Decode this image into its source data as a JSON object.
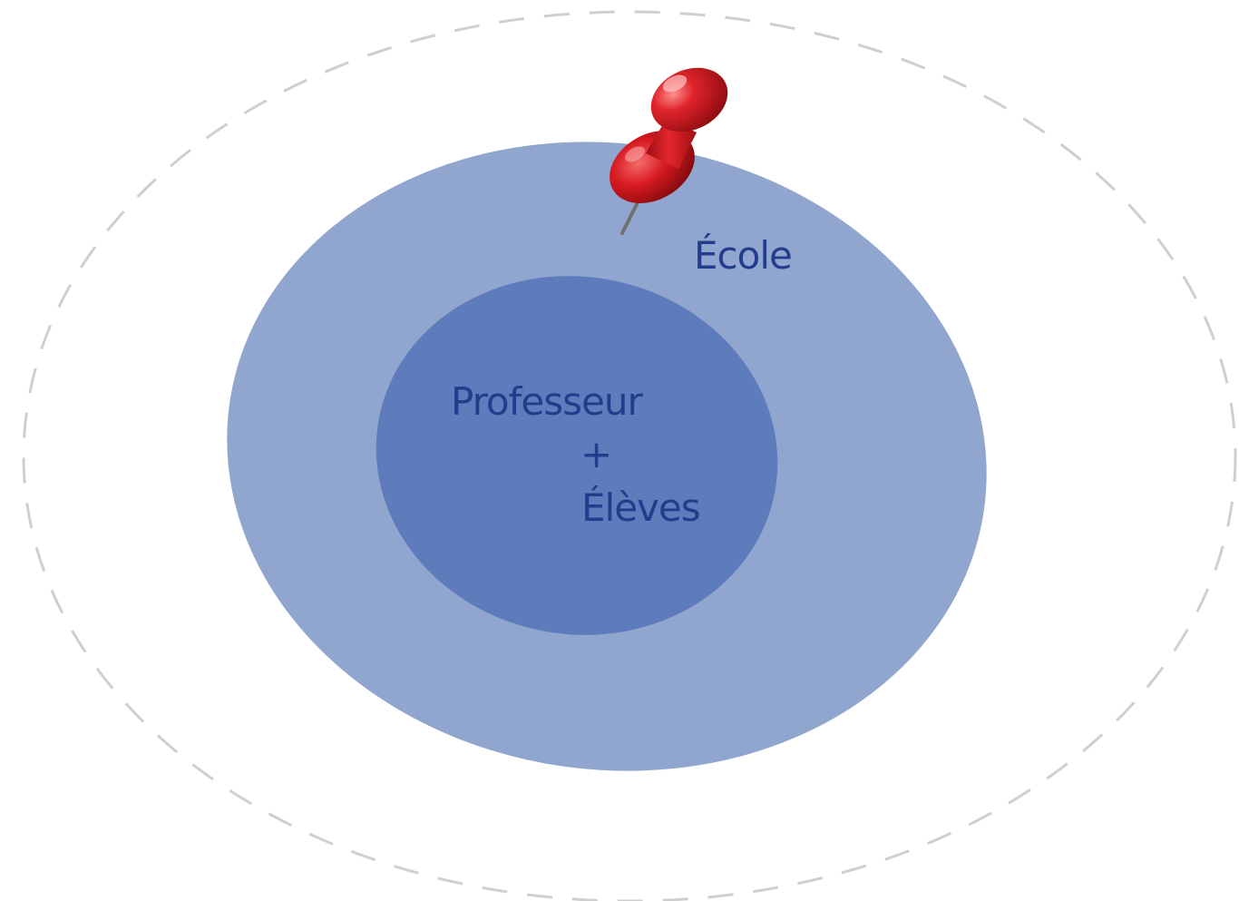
{
  "diagram": {
    "outer_label": "École",
    "inner_label_line1": "Professeur",
    "inner_label_line2": "+",
    "inner_label_line3": "Élèves"
  },
  "colors": {
    "outer_dashed_ring": "#cfcfcf",
    "outer_ellipse": "#91a6cf",
    "inner_ellipse": "#5e7bbb",
    "label_text": "#223d8c",
    "pin_head": "#d7191f",
    "pin_needle": "#6f6f6f"
  },
  "icons": {
    "pin": "pushpin-icon"
  }
}
